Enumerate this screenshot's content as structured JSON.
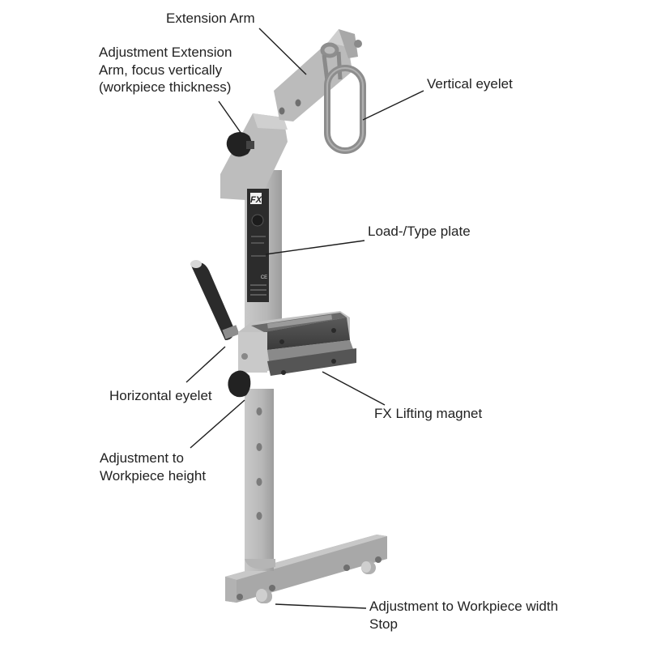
{
  "figure": {
    "subject": "FX Lifting magnet with extension arm fixture",
    "background": "#ffffff",
    "metal_color": "#b9b9b9",
    "dark_color": "#2a2a2a",
    "leader_color": "#1e1e1e"
  },
  "device": {
    "type_plate_logo": "FX",
    "type_plate_mark": "CE"
  },
  "callouts": [
    {
      "id": "extension-arm",
      "lines": [
        "Extension Arm"
      ]
    },
    {
      "id": "adjustment-extension-arm",
      "lines": [
        "Adjustment Extension",
        "Arm, focus vertically",
        "(workpiece thickness)"
      ]
    },
    {
      "id": "vertical-eyelet",
      "lines": [
        "Vertical eyelet"
      ]
    },
    {
      "id": "load-type-plate",
      "lines": [
        "Load-/Type plate"
      ]
    },
    {
      "id": "horizontal-eyelet",
      "lines": [
        "Horizontal eyelet"
      ]
    },
    {
      "id": "fx-lifting-magnet",
      "lines": [
        "FX Lifting magnet"
      ]
    },
    {
      "id": "adjustment-workpiece-height",
      "lines": [
        "Adjustment to",
        "Workpiece height"
      ]
    },
    {
      "id": "adjustment-workpiece-width",
      "lines": [
        "Adjustment to Workpiece width",
        "Stop"
      ]
    }
  ]
}
